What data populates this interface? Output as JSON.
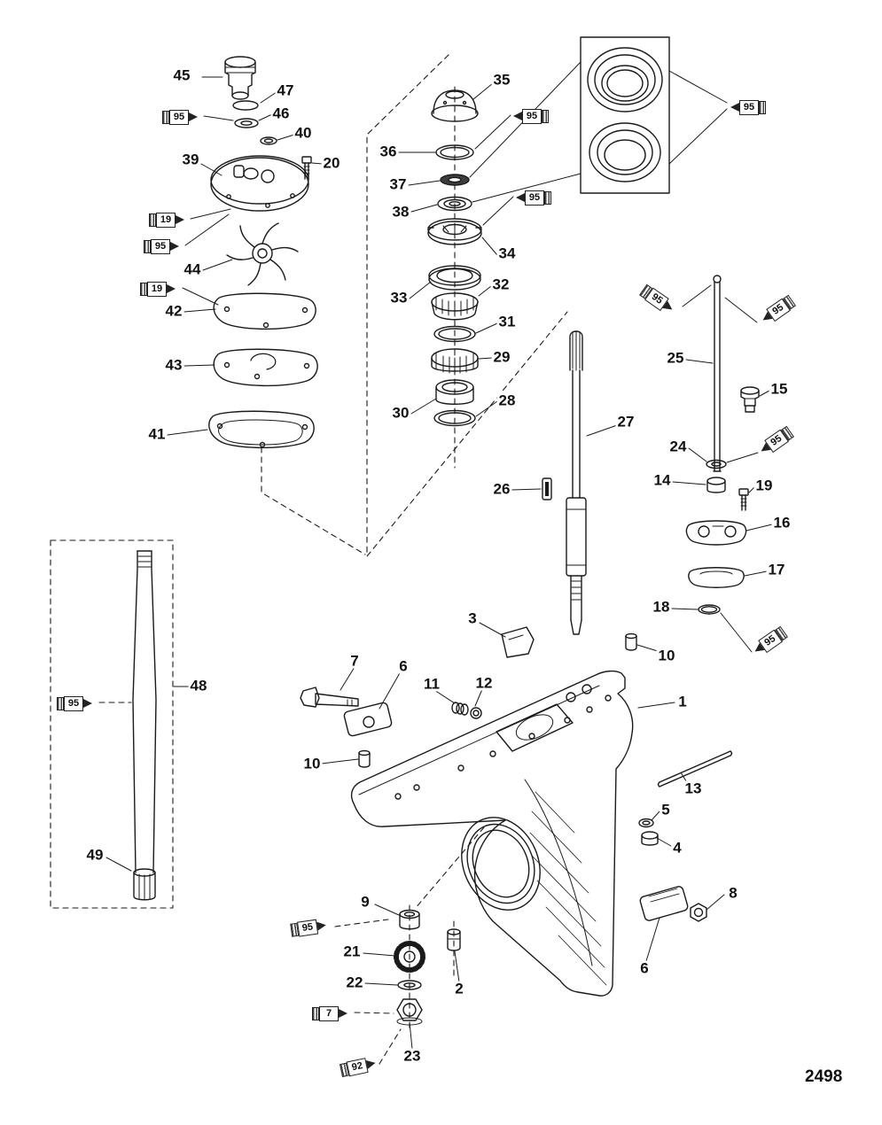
{
  "page": {
    "number": "2498"
  },
  "callouts": [
    {
      "label": "45"
    },
    {
      "label": "47"
    },
    {
      "label": "46"
    },
    {
      "label": "40"
    },
    {
      "label": "39"
    },
    {
      "label": "20"
    },
    {
      "label": "44"
    },
    {
      "label": "42"
    },
    {
      "label": "43"
    },
    {
      "label": "41"
    },
    {
      "label": "35"
    },
    {
      "label": "36"
    },
    {
      "label": "37"
    },
    {
      "label": "38"
    },
    {
      "label": "34"
    },
    {
      "label": "33"
    },
    {
      "label": "32"
    },
    {
      "label": "31"
    },
    {
      "label": "29"
    },
    {
      "label": "30"
    },
    {
      "label": "28"
    },
    {
      "label": "27"
    },
    {
      "label": "26"
    },
    {
      "label": "25"
    },
    {
      "label": "15"
    },
    {
      "label": "24"
    },
    {
      "label": "14"
    },
    {
      "label": "19"
    },
    {
      "label": "16"
    },
    {
      "label": "17"
    },
    {
      "label": "18"
    },
    {
      "label": "10"
    },
    {
      "label": "3"
    },
    {
      "label": "7"
    },
    {
      "label": "6"
    },
    {
      "label": "11"
    },
    {
      "label": "12"
    },
    {
      "label": "10"
    },
    {
      "label": "1"
    },
    {
      "label": "13"
    },
    {
      "label": "5"
    },
    {
      "label": "4"
    },
    {
      "label": "8"
    },
    {
      "label": "6"
    },
    {
      "label": "9"
    },
    {
      "label": "21"
    },
    {
      "label": "22"
    },
    {
      "label": "2"
    },
    {
      "label": "23"
    },
    {
      "label": "48"
    },
    {
      "label": "49"
    }
  ],
  "tubes": [
    {
      "label": "95"
    },
    {
      "label": "19"
    },
    {
      "label": "95"
    },
    {
      "label": "19"
    },
    {
      "label": "95"
    },
    {
      "label": "95"
    },
    {
      "label": "95"
    },
    {
      "label": "95"
    },
    {
      "label": "95"
    },
    {
      "label": "95"
    },
    {
      "label": "95"
    },
    {
      "label": "95"
    },
    {
      "label": "95"
    },
    {
      "label": "7"
    },
    {
      "label": "92"
    }
  ]
}
